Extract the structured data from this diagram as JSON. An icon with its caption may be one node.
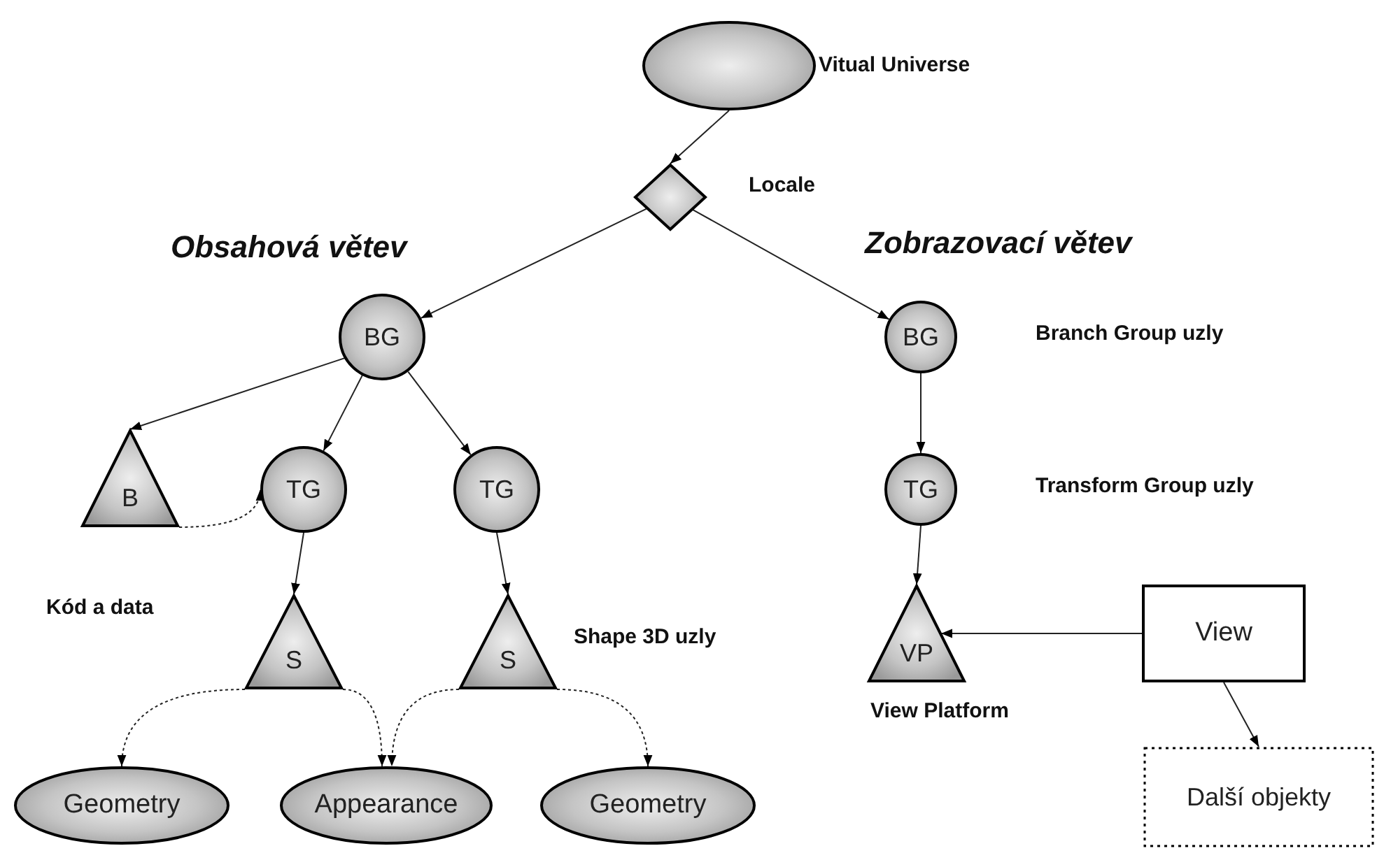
{
  "diagram": {
    "nodes": [
      {
        "text": [],
        "shape": "ellipse",
        "beside": [
          "Vitual Universe"
        ]
      },
      {
        "text": [],
        "shape": "diamond",
        "beside": [
          "Locale"
        ]
      },
      {
        "text": [
          "BG"
        ]
      },
      {
        "text": [
          "BG"
        ],
        "beside": [
          "Branch Group uzly"
        ]
      },
      {
        "text": [
          "B"
        ],
        "beside": [
          "Kód a data"
        ]
      },
      {
        "text": [
          "TG"
        ]
      },
      {
        "text": [
          "TG"
        ]
      },
      {
        "text": [
          "TG"
        ],
        "beside": [
          "Transform Group uzly"
        ]
      },
      {
        "text": [
          "S"
        ]
      },
      {
        "text": [
          "S"
        ],
        "beside": [
          "Shape 3D uzly"
        ]
      },
      {
        "text": [
          "VP"
        ],
        "beside": [
          "View Platform"
        ]
      },
      {
        "text": [
          "View"
        ]
      },
      {
        "text": [
          "Geometry"
        ]
      },
      {
        "text": [
          "Appearance"
        ]
      },
      {
        "text": [
          "Geometry"
        ]
      },
      {
        "text": [
          "Další objekty"
        ]
      }
    ],
    "edges": [
      {
        "from": 0,
        "to": 1,
        "arrow": "to"
      },
      {
        "from": 1,
        "to": 2,
        "arrow": "to"
      },
      {
        "from": 1,
        "to": 3,
        "arrow": "to"
      },
      {
        "from": 2,
        "to": 4,
        "arrow": "to"
      },
      {
        "from": 2,
        "to": 5,
        "arrow": "to"
      },
      {
        "from": 2,
        "to": 6,
        "arrow": "to"
      },
      {
        "from": 4,
        "to": 5,
        "arrow": "to",
        "style": "dashed"
      },
      {
        "from": 5,
        "to": 8,
        "arrow": "to"
      },
      {
        "from": 6,
        "to": 9,
        "arrow": "to"
      },
      {
        "from": 8,
        "to": 12,
        "arrow": "to",
        "style": "dashed"
      },
      {
        "from": 8,
        "to": 13,
        "arrow": "to",
        "style": "dashed"
      },
      {
        "from": 9,
        "to": 13,
        "arrow": "to",
        "style": "dashed"
      },
      {
        "from": 9,
        "to": 14,
        "arrow": "to",
        "style": "dashed"
      },
      {
        "from": 3,
        "to": 7,
        "arrow": "to"
      },
      {
        "from": 7,
        "to": 10,
        "arrow": "to"
      },
      {
        "from": 11,
        "to": 10,
        "arrow": "to"
      },
      {
        "from": 11,
        "to": 15,
        "arrow": "to"
      }
    ],
    "labels": [
      "Obsahová větev",
      "Zobrazovací větev"
    ]
  }
}
